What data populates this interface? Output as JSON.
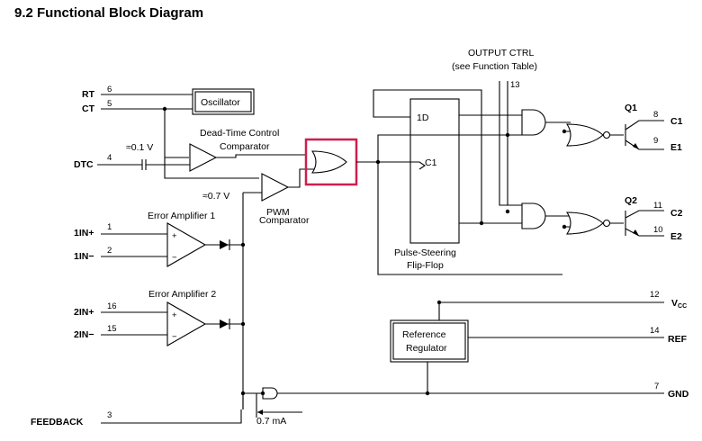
{
  "section": {
    "title": "9.2   Functional Block Diagram"
  },
  "header": {
    "output_ctrl": "OUTPUT CTRL",
    "function_table": "(see Function Table)",
    "output_ctrl_pin": "13"
  },
  "pins": {
    "rt": {
      "name": "RT",
      "num": "6"
    },
    "ct": {
      "name": "CT",
      "num": "5"
    },
    "dtc": {
      "name": "DTC",
      "num": "4"
    },
    "in1p": {
      "name": "1IN+",
      "num": "1"
    },
    "in1m": {
      "name": "1IN−",
      "num": "2"
    },
    "in2p": {
      "name": "2IN+",
      "num": "16"
    },
    "in2m": {
      "name": "2IN−",
      "num": "15"
    },
    "c1": {
      "name": "C1",
      "num": "8"
    },
    "e1": {
      "name": "E1",
      "num": "9"
    },
    "c2": {
      "name": "C2",
      "num": "11"
    },
    "e2": {
      "name": "E2",
      "num": "10"
    },
    "vcc": {
      "name": "V",
      "sub": "CC",
      "num": "12"
    },
    "ref": {
      "name": "REF",
      "num": "14"
    },
    "gnd": {
      "name": "GND",
      "num": "7"
    },
    "feedback": {
      "name": "FEEDBACK",
      "num": "3"
    }
  },
  "blocks": {
    "oscillator": "Oscillator",
    "deadtime_1": "Dead-Time Control",
    "deadtime_2": "Comparator",
    "offset_dtc": "≈0.1 V",
    "offset_pwm": "≈0.7 V",
    "pwm_1": "PWM",
    "pwm_2": "Comparator",
    "error_amp_1": "Error Amplifier 1",
    "error_amp_2": "Error Amplifier 2",
    "ff_1d": "1D",
    "ff_c1": "C1",
    "ff_label_1": "Pulse-Steering",
    "ff_label_2": "Flip-Flop",
    "q1": "Q1",
    "q2": "Q2",
    "reg_1": "Reference",
    "reg_2": "Regulator",
    "current": "0.7 mA"
  },
  "colors": {
    "highlight": "#cc1f4e"
  }
}
